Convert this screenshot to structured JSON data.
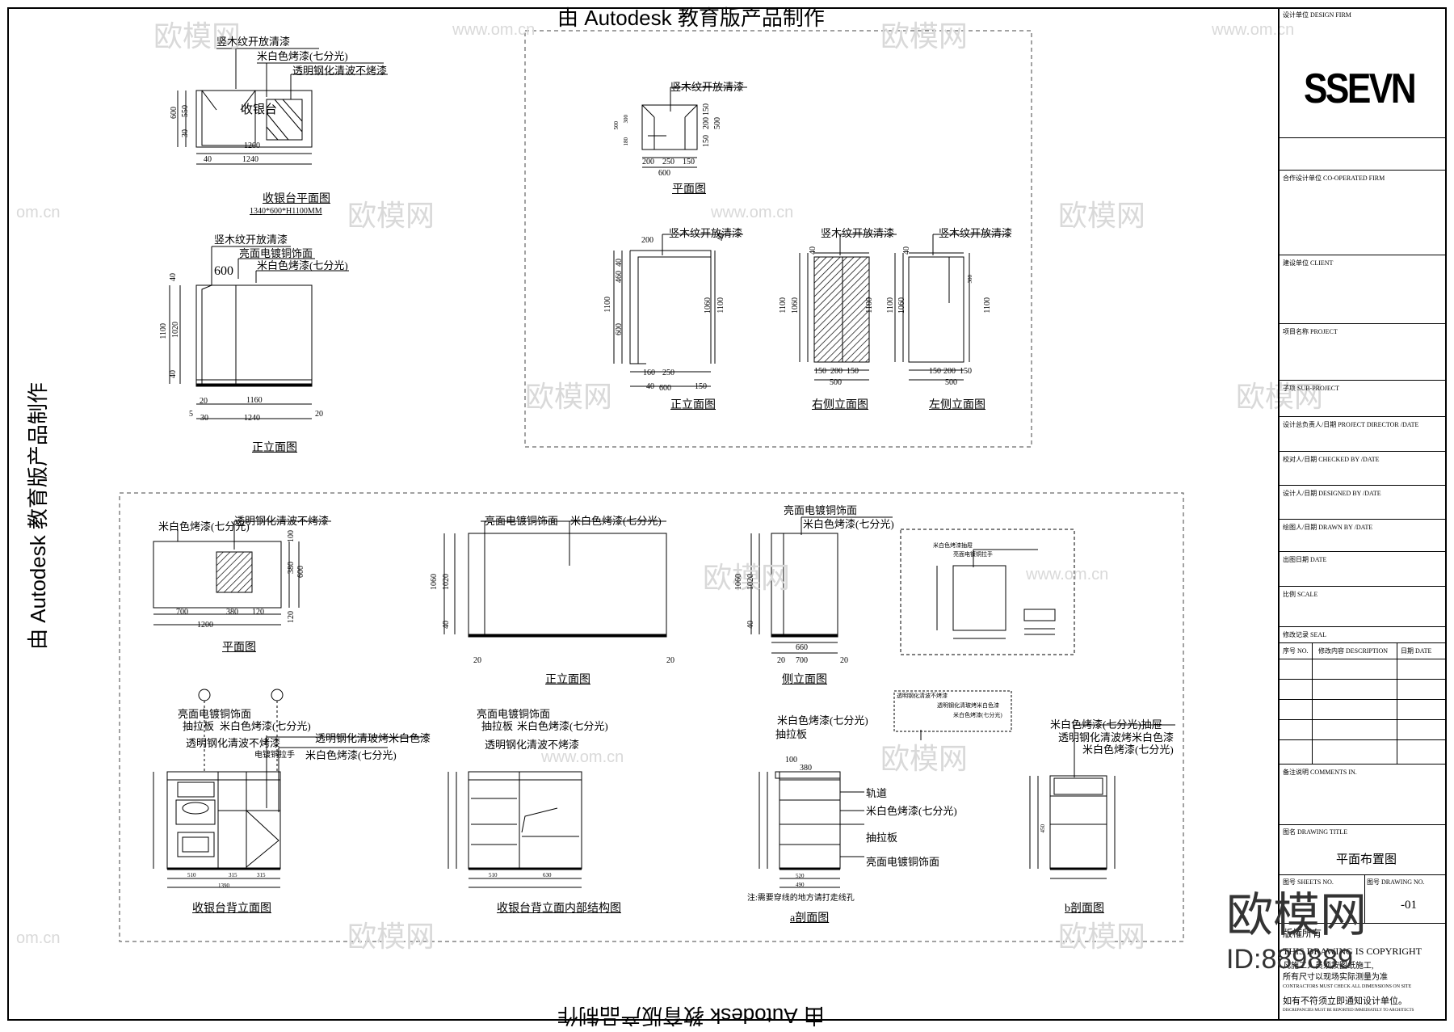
{
  "watermark_banner": "由 Autodesk 教育版产品制作",
  "watermark_brand": "欧模网",
  "watermark_url": "www.om.cn",
  "watermark_url_short": "om.cn",
  "brand_logo_text": "欧模网",
  "brand_id": "ID:889889",
  "logo": "SSEVN",
  "titleblock": {
    "design_unit": "设计单位 DESIGN FIRM",
    "cooperate_unit": "合作设计单位 CO-OPERATED FIRM",
    "client": "建设单位 CLIENT",
    "project": "项目名称 PROJECT",
    "sub_project": "子项 SUB-PROJECT",
    "project_director": "设计总负责人/日期 PROJECT DIRECTOR /DATE",
    "checked_by": "校对人/日期 CHECKED BY /DATE",
    "designed_by": "设计人/日期 DESIGNED BY /DATE",
    "drawn_by": "绘图人/日期 DRAWN BY /DATE",
    "date": "出图日期 DATE",
    "scale": "比例 SCALE",
    "revision": "修改记录 SEAL",
    "rev_no": "序号 NO.",
    "rev_desc": "修改内容 DESCRIPTION",
    "rev_date": "日期 DATE",
    "notes": "备注说明 COMMENTS IN.",
    "drawing_title_label": "图名 DRAWING TITLE",
    "drawing_title": "平面布置图",
    "sheet_no_label": "图号 SHEETS NO.",
    "drawing_no_label": "图号 DRAWING NO.",
    "drawing_no": "-01",
    "version": "版権所有",
    "copyright": "THIS DRAWING IS COPYRIGHT",
    "note1": "凡施工人员须按图纸施工,",
    "note2": "所有尺寸以现场实际测量为准",
    "note3": "CONTRACTORS MUST CHECK ALL DIMENSIONS ON SITE",
    "note4": "如有不符须立即通知设计单位。",
    "note5": "DISCREPANCIES MUST BE REPORTED IMMEDIATELY TO ARCHITECTS"
  },
  "labels": {
    "wood": "竖木纹开放清漆",
    "white": "米白色烤漆(七分光)",
    "glass": "透明钢化清波不烤漆",
    "copper": "亮面电镀铜饰面",
    "cashier": "收银台",
    "drawer": "抽拉板",
    "copper_handle": "电镀铜拉手",
    "glass_wave": "透明钢化清玻烤米白色漆",
    "rail": "轨道",
    "white_drawer": "米白色烤漆抽屉",
    "copper_handle2": "亮面电镀铜拉手",
    "white_drawer2": "米白色烤漆(七分光)抽屉",
    "glass_wave2": "透明钢化清波烤米白色漆",
    "white_paint": "米白色烤漆(七分光)",
    "hole_note": "注:需要穿线的地方请打走线孔"
  },
  "captions": {
    "cashier_plan": "收银台平面图",
    "cashier_size": "1340*600*H1100MM",
    "front_elev": "正立面图",
    "plan": "平面图",
    "front": "正立面图",
    "right": "右侧立面图",
    "left": "左侧立面图",
    "plan2": "平面图",
    "front2": "正立面图",
    "side": "侧立面图",
    "back": "收银台背立面图",
    "back_inner": "收银台背立面内部结构图",
    "sec_a": "a剖面图",
    "sec_b": "b剖面图"
  },
  "dims": {
    "d1200": "1200",
    "d1240": "1240",
    "d600": "600",
    "d550": "550",
    "d30": "30",
    "d40": "40",
    "d1100": "1100",
    "d1020": "1020",
    "d1160": "1160",
    "d20": "20",
    "d5": "5",
    "d200": "200",
    "d250": "250",
    "d150": "150",
    "d500": "500",
    "d160": "160",
    "d460": "460",
    "d1060": "1060",
    "d180": "180",
    "d300": "300",
    "d700": "700",
    "d380": "380",
    "d120": "120",
    "d100": "100",
    "d660": "660",
    "d510": "510",
    "d315": "315",
    "d630": "630",
    "d520": "520",
    "d490": "490",
    "d450": "450",
    "d1390": "1390"
  }
}
